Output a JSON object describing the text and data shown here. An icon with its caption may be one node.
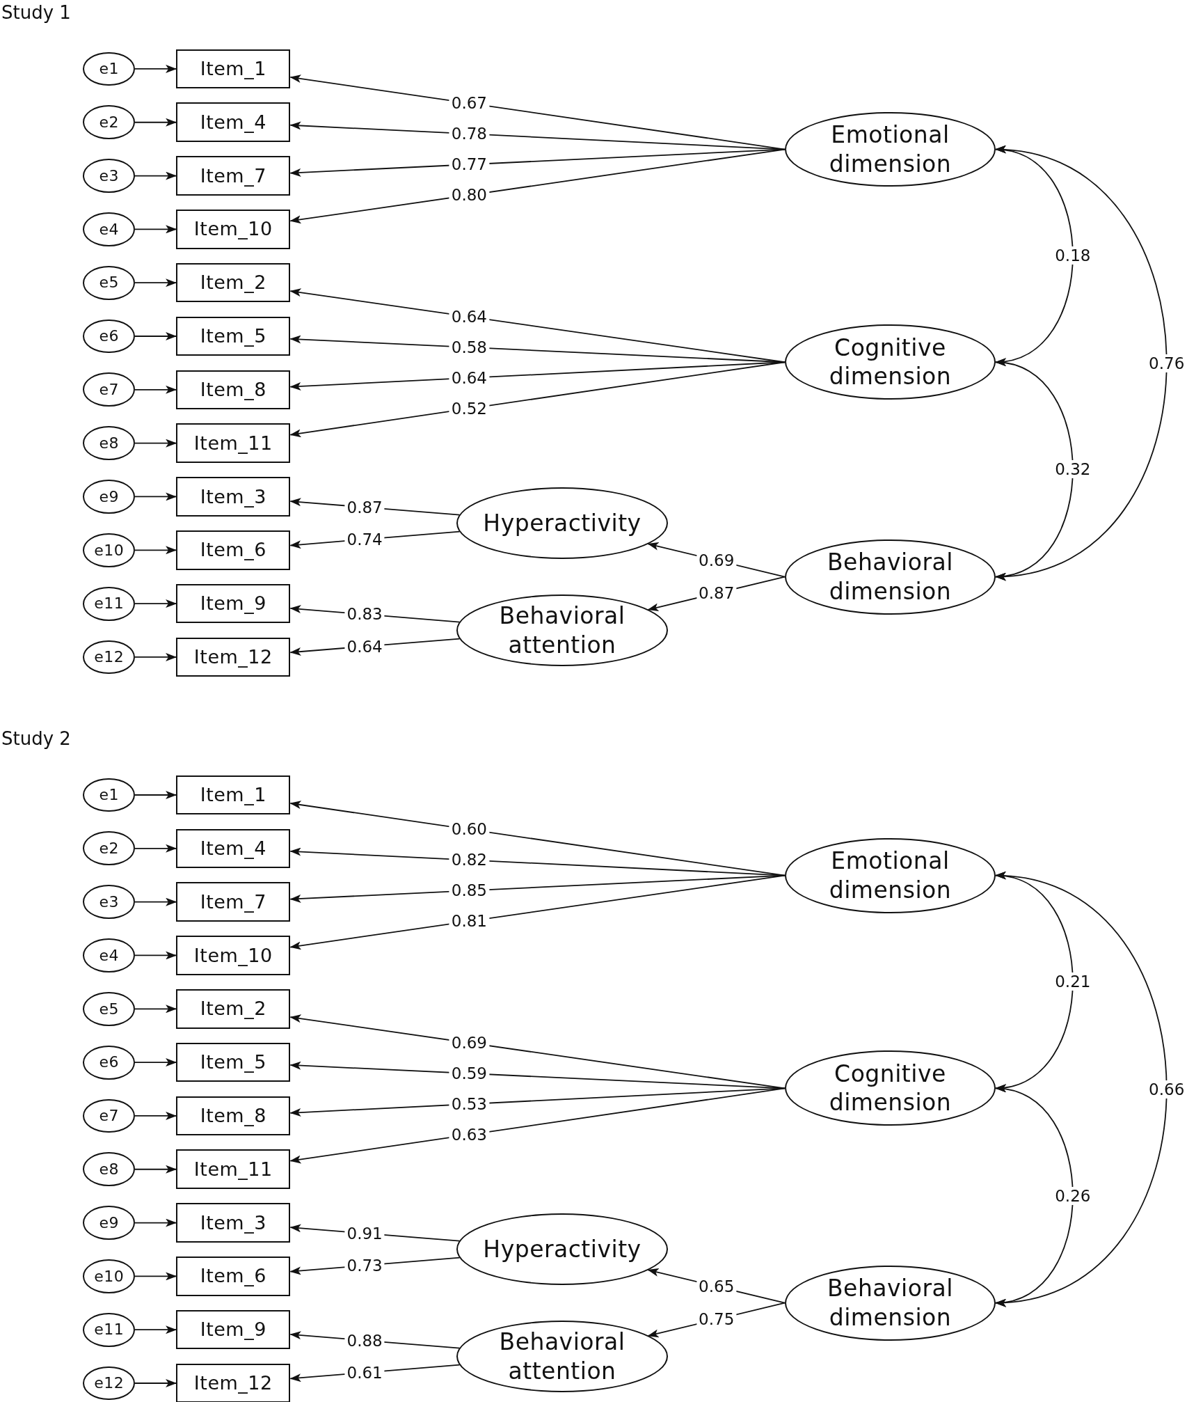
{
  "diagram": {
    "nodes": [
      {
        "text": [
          "e1"
        ]
      },
      {
        "text": [
          "e2"
        ]
      },
      {
        "text": [
          "e3"
        ]
      },
      {
        "text": [
          "e4"
        ]
      },
      {
        "text": [
          "e5"
        ]
      },
      {
        "text": [
          "e6"
        ]
      },
      {
        "text": [
          "e7"
        ]
      },
      {
        "text": [
          "e8"
        ]
      },
      {
        "text": [
          "e9"
        ]
      },
      {
        "text": [
          "e10"
        ]
      },
      {
        "text": [
          "e11"
        ]
      },
      {
        "text": [
          "e12"
        ]
      },
      {
        "text": [
          "Item_1"
        ]
      },
      {
        "text": [
          "Item_4"
        ]
      },
      {
        "text": [
          "Item_7"
        ]
      },
      {
        "text": [
          "Item_10"
        ]
      },
      {
        "text": [
          "Item_2"
        ]
      },
      {
        "text": [
          "Item_5"
        ]
      },
      {
        "text": [
          "Item_8"
        ]
      },
      {
        "text": [
          "Item_11"
        ]
      },
      {
        "text": [
          "Item_3"
        ]
      },
      {
        "text": [
          "Item_6"
        ]
      },
      {
        "text": [
          "Item_9"
        ]
      },
      {
        "text": [
          "Item_12"
        ]
      },
      {
        "text": [
          "Emotional dimension"
        ]
      },
      {
        "text": [
          "Cognitive dimension"
        ]
      },
      {
        "text": [
          "Hyperactivity"
        ]
      },
      {
        "text": [
          "Behavioral dimension"
        ]
      },
      {
        "text": [
          "Behavioral attention"
        ]
      },
      {
        "text": [
          "e1"
        ]
      },
      {
        "text": [
          "e2"
        ]
      },
      {
        "text": [
          "e3"
        ]
      },
      {
        "text": [
          "e4"
        ]
      },
      {
        "text": [
          "e5"
        ]
      },
      {
        "text": [
          "e6"
        ]
      },
      {
        "text": [
          "e7"
        ]
      },
      {
        "text": [
          "e8"
        ]
      },
      {
        "text": [
          "e9"
        ]
      },
      {
        "text": [
          "e10"
        ]
      },
      {
        "text": [
          "e11"
        ]
      },
      {
        "text": [
          "e12"
        ]
      },
      {
        "text": [
          "Item_1"
        ]
      },
      {
        "text": [
          "Item_4"
        ]
      },
      {
        "text": [
          "Item_7"
        ]
      },
      {
        "text": [
          "Item_10"
        ]
      },
      {
        "text": [
          "Item_2"
        ]
      },
      {
        "text": [
          "Item_5"
        ]
      },
      {
        "text": [
          "Item_8"
        ]
      },
      {
        "text": [
          "Item_11"
        ]
      },
      {
        "text": [
          "Item_3"
        ]
      },
      {
        "text": [
          "Item_6"
        ]
      },
      {
        "text": [
          "Item_9"
        ]
      },
      {
        "text": [
          "Item_12"
        ]
      },
      {
        "text": [
          "Emotional dimension"
        ]
      },
      {
        "text": [
          "Cognitive dimension"
        ]
      },
      {
        "text": [
          "Hyperactivity"
        ]
      },
      {
        "text": [
          "Behavioral dimension"
        ]
      },
      {
        "text": [
          "Behavioral attention"
        ]
      }
    ],
    "edges": [
      {
        "from": 0,
        "to": 12,
        "arrow": "to"
      },
      {
        "from": 1,
        "to": 13,
        "arrow": "to"
      },
      {
        "from": 2,
        "to": 14,
        "arrow": "to"
      },
      {
        "from": 3,
        "to": 15,
        "arrow": "to"
      },
      {
        "from": 4,
        "to": 16,
        "arrow": "to"
      },
      {
        "from": 5,
        "to": 17,
        "arrow": "to"
      },
      {
        "from": 6,
        "to": 18,
        "arrow": "to"
      },
      {
        "from": 7,
        "to": 19,
        "arrow": "to"
      },
      {
        "from": 8,
        "to": 20,
        "arrow": "to"
      },
      {
        "from": 9,
        "to": 21,
        "arrow": "to"
      },
      {
        "from": 10,
        "to": 22,
        "arrow": "to"
      },
      {
        "from": 11,
        "to": 23,
        "arrow": "to"
      },
      {
        "from": 24,
        "to": 12,
        "arrow": "to",
        "label": "0.67"
      },
      {
        "from": 24,
        "to": 13,
        "arrow": "to",
        "label": "0.78"
      },
      {
        "from": 24,
        "to": 14,
        "arrow": "to",
        "label": "0.77"
      },
      {
        "from": 24,
        "to": 15,
        "arrow": "to",
        "label": "0.80"
      },
      {
        "from": 25,
        "to": 16,
        "arrow": "to",
        "label": "0.64"
      },
      {
        "from": 25,
        "to": 17,
        "arrow": "to",
        "label": "0.58"
      },
      {
        "from": 25,
        "to": 18,
        "arrow": "to",
        "label": "0.64"
      },
      {
        "from": 25,
        "to": 19,
        "arrow": "to",
        "label": "0.52"
      },
      {
        "from": 26,
        "to": 20,
        "arrow": "to",
        "label": "0.87"
      },
      {
        "from": 26,
        "to": 21,
        "arrow": "to",
        "label": "0.74"
      },
      {
        "from": 28,
        "to": 22,
        "arrow": "to",
        "label": "0.83"
      },
      {
        "from": 28,
        "to": 23,
        "arrow": "to",
        "label": "0.64"
      },
      {
        "from": 27,
        "to": 26,
        "arrow": "to",
        "label": "0.69"
      },
      {
        "from": 27,
        "to": 28,
        "arrow": "to",
        "label": "0.87"
      },
      {
        "from": 24,
        "to": 25,
        "arrow": "both",
        "label": "0.18"
      },
      {
        "from": 25,
        "to": 27,
        "arrow": "both",
        "label": "0.32"
      },
      {
        "from": 24,
        "to": 27,
        "arrow": "both",
        "label": "0.76"
      },
      {
        "from": 29,
        "to": 41,
        "arrow": "to"
      },
      {
        "from": 30,
        "to": 42,
        "arrow": "to"
      },
      {
        "from": 31,
        "to": 43,
        "arrow": "to"
      },
      {
        "from": 32,
        "to": 44,
        "arrow": "to"
      },
      {
        "from": 33,
        "to": 45,
        "arrow": "to"
      },
      {
        "from": 34,
        "to": 46,
        "arrow": "to"
      },
      {
        "from": 35,
        "to": 47,
        "arrow": "to"
      },
      {
        "from": 36,
        "to": 48,
        "arrow": "to"
      },
      {
        "from": 37,
        "to": 49,
        "arrow": "to"
      },
      {
        "from": 38,
        "to": 50,
        "arrow": "to"
      },
      {
        "from": 39,
        "to": 51,
        "arrow": "to"
      },
      {
        "from": 40,
        "to": 52,
        "arrow": "to"
      },
      {
        "from": 53,
        "to": 41,
        "arrow": "to",
        "label": "0.60"
      },
      {
        "from": 53,
        "to": 42,
        "arrow": "to",
        "label": "0.82"
      },
      {
        "from": 53,
        "to": 43,
        "arrow": "to",
        "label": "0.85"
      },
      {
        "from": 53,
        "to": 44,
        "arrow": "to",
        "label": "0.81"
      },
      {
        "from": 54,
        "to": 45,
        "arrow": "to",
        "label": "0.69"
      },
      {
        "from": 54,
        "to": 46,
        "arrow": "to",
        "label": "0.59"
      },
      {
        "from": 54,
        "to": 47,
        "arrow": "to",
        "label": "0.53"
      },
      {
        "from": 54,
        "to": 48,
        "arrow": "to",
        "label": "0.63"
      },
      {
        "from": 55,
        "to": 49,
        "arrow": "to",
        "label": "0.91"
      },
      {
        "from": 55,
        "to": 50,
        "arrow": "to",
        "label": "0.73"
      },
      {
        "from": 57,
        "to": 51,
        "arrow": "to",
        "label": "0.88"
      },
      {
        "from": 57,
        "to": 52,
        "arrow": "to",
        "label": "0.61"
      },
      {
        "from": 56,
        "to": 55,
        "arrow": "to",
        "label": "0.65"
      },
      {
        "from": 56,
        "to": 57,
        "arrow": "to",
        "label": "0.75"
      },
      {
        "from": 53,
        "to": 54,
        "arrow": "both",
        "label": "0.21"
      },
      {
        "from": 54,
        "to": 56,
        "arrow": "both",
        "label": "0.26"
      },
      {
        "from": 53,
        "to": 56,
        "arrow": "both",
        "label": "0.66"
      }
    ],
    "labels": [
      "Study 1",
      "Study 2"
    ]
  }
}
